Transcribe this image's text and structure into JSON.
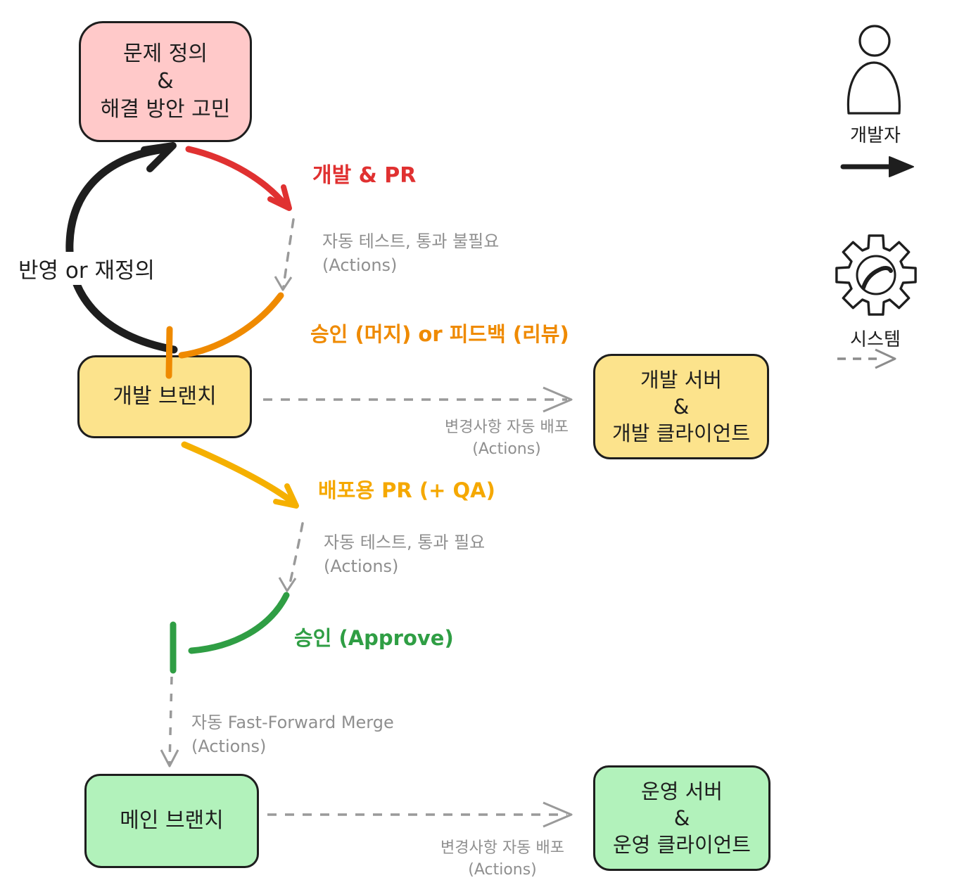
{
  "nodes": {
    "problem": {
      "lines": [
        "문제 정의",
        "&",
        "해결 방안 고민"
      ]
    },
    "dev_branch": {
      "lines": [
        "개발 브랜치"
      ]
    },
    "dev_server": {
      "lines": [
        "개발 서버",
        "&",
        "개발 클라이언트"
      ]
    },
    "main_branch": {
      "lines": [
        "메인 브랜치"
      ]
    },
    "prod_server": {
      "lines": [
        "운영 서버",
        "&",
        "운영 클라이언트"
      ]
    }
  },
  "edges": {
    "reflect": {
      "label": "반영 or 재정의"
    },
    "dev_pr": {
      "label": "개발 & PR"
    },
    "test_optional": {
      "lines": [
        "자동 테스트, 통과 불필요",
        "(Actions)"
      ]
    },
    "approve_merge_feedback": {
      "label": "승인 (머지) or 피드백 (리뷰)"
    },
    "deploy_dev": {
      "lines": [
        "변경사항 자동 배포",
        "(Actions)"
      ]
    },
    "deploy_pr": {
      "label": "배포용 PR (+ QA)"
    },
    "test_required": {
      "lines": [
        "자동 테스트, 통과 필요",
        "(Actions)"
      ]
    },
    "approve": {
      "label": "승인 (Approve)"
    },
    "ff_merge": {
      "lines": [
        "자동 Fast-Forward Merge",
        "(Actions)"
      ]
    },
    "deploy_prod": {
      "lines": [
        "변경사항 자동 배포",
        "(Actions)"
      ]
    }
  },
  "legend": {
    "developer": "개발자",
    "system": "시스템"
  },
  "colors": {
    "black": "#1e1e1e",
    "red": "#e03131",
    "orange": "#ef8a00",
    "gold": "#f5a800",
    "green": "#2f9e44",
    "gray": "#8f8f8f",
    "pink_fill": "#ffc9c9",
    "yellow_fill": "#fce38c",
    "green_fill": "#b2f2bb"
  }
}
